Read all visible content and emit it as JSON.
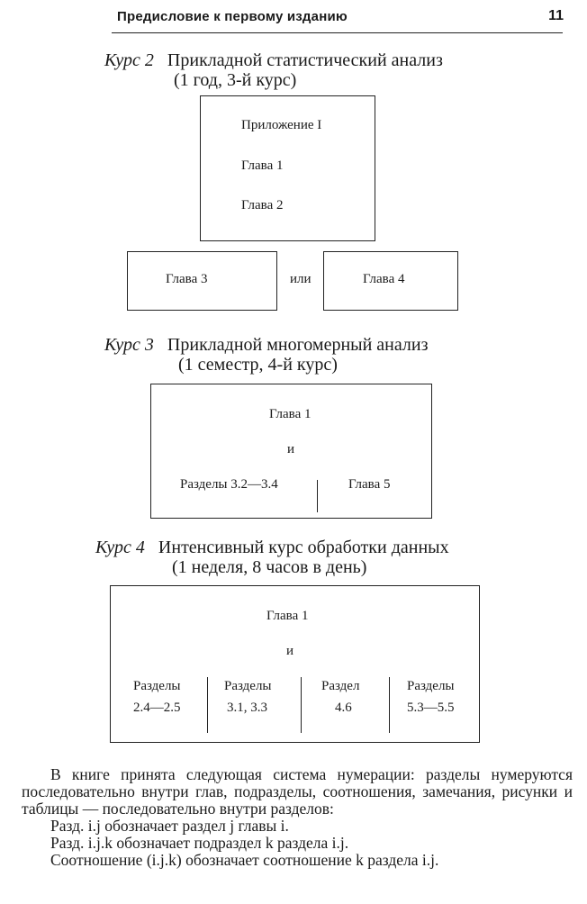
{
  "header": {
    "title": "Предисловие к первому изданию",
    "page_number": "11"
  },
  "course2": {
    "label": "Курс 2",
    "title": "Прикладной статистический анализ",
    "subtitle": "(1 год, 3-й курс)",
    "main_box": [
      "Приложение I",
      "Глава 1",
      "Глава 2"
    ],
    "left_box": "Глава 3",
    "or_text": "или",
    "right_box": "Глава 4"
  },
  "course3": {
    "label": "Курс 3",
    "title": "Прикладной многомерный анализ",
    "subtitle": "(1 семестр, 4-й курс)",
    "top": "Глава 1",
    "and_text": "и",
    "left": "Разделы 3.2—3.4",
    "right": "Глава 5"
  },
  "course4": {
    "label": "Курс 4",
    "title": "Интенсивный курс обработки данных",
    "subtitle": "(1 неделя, 8 часов в день)",
    "top": "Глава 1",
    "and_text": "и",
    "columns": [
      {
        "line1": "Разделы",
        "line2": "2.4—2.5"
      },
      {
        "line1": "Разделы",
        "line2": "3.1, 3.3"
      },
      {
        "line1": "Раздел",
        "line2": "4.6"
      },
      {
        "line1": "Разделы",
        "line2": "5.3—5.5"
      }
    ]
  },
  "numbering": {
    "intro": "В книге принята следующая система нумерации: разделы нумеруются последовательно внутри глав, подразделы, соотношения, замечания, рисунки и таблицы — последовательно внутри разделов:",
    "lines": [
      "Разд. i.j обозначает раздел j главы i.",
      "Разд. i.j.k обозначает подраздел k раздела i.j.",
      "Соотношение (i.j.k) обозначает соотношение k раздела i.j."
    ]
  }
}
